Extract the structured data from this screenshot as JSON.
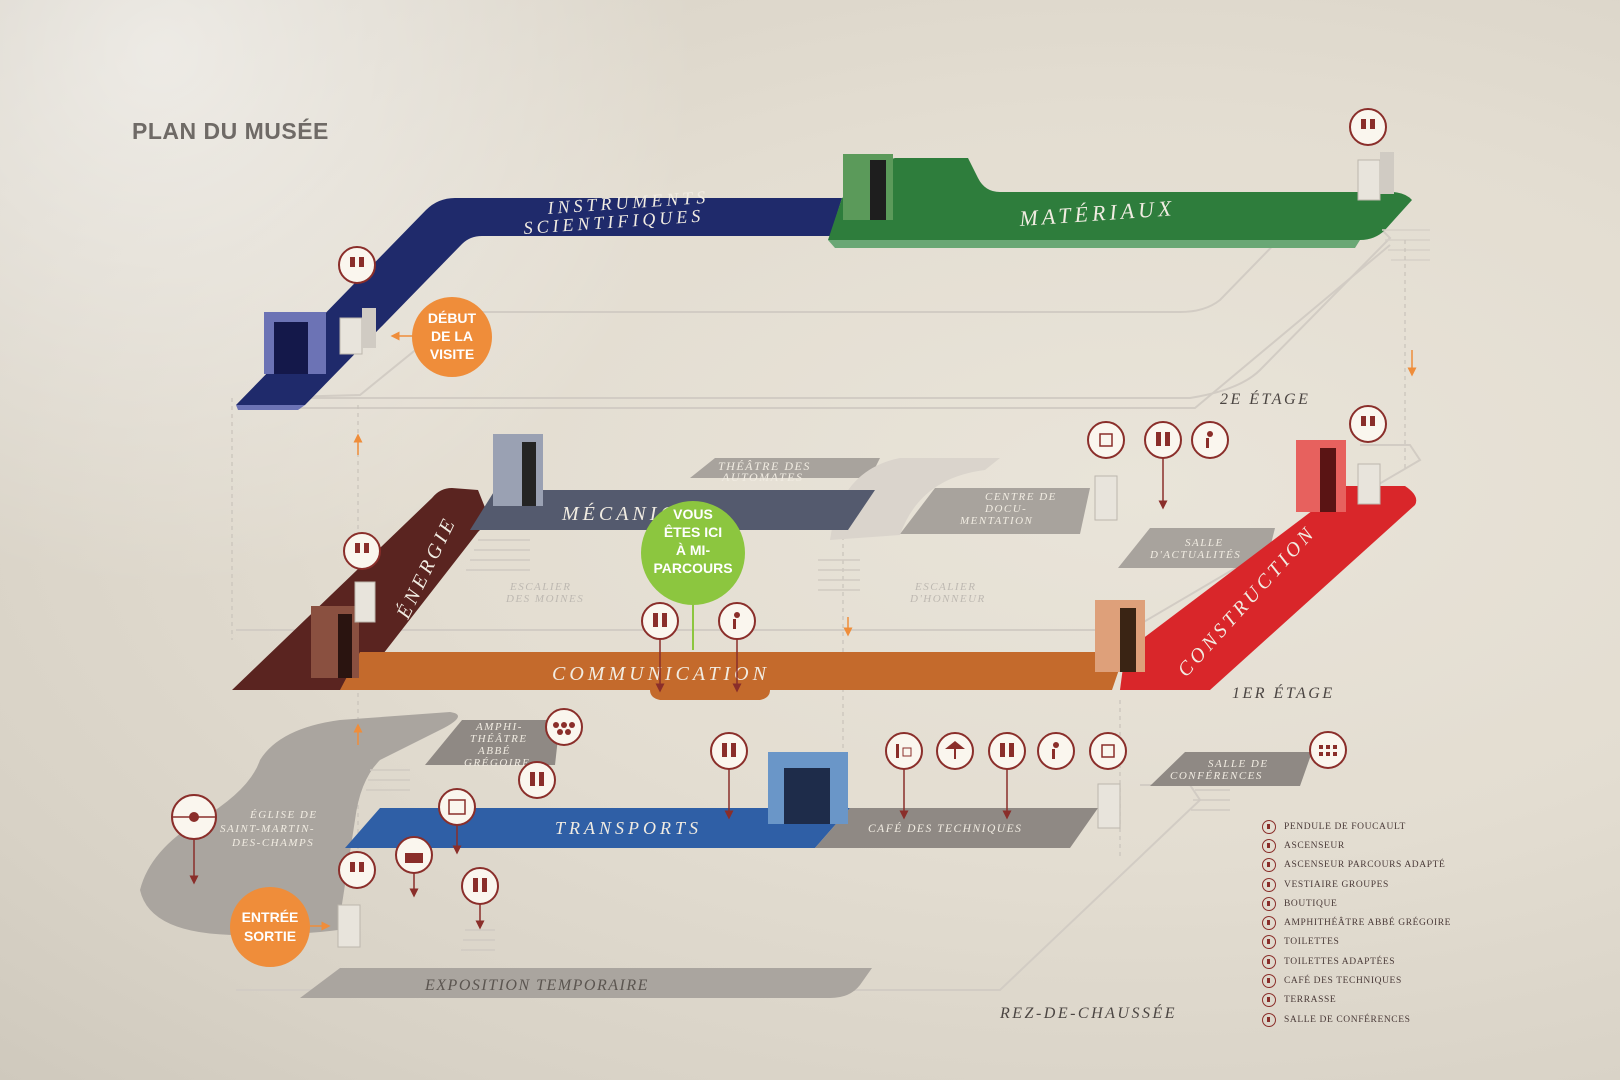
{
  "title": "PLAN DU MUSÉE",
  "floors": {
    "second": "2E ÉTAGE",
    "first": "1ER ÉTAGE",
    "ground": "REZ-DE-CHAUSSÉE"
  },
  "sections": {
    "instruments_line1": "INSTRUMENTS",
    "instruments_line2": "SCIENTIFIQUES",
    "materiaux": "MATÉRIAUX",
    "energie": "ÉNERGIE",
    "mecanique": "MÉCANIQUE",
    "communication": "COMMUNICATION",
    "construction": "CONSTRUCTION",
    "transports": "TRANSPORTS"
  },
  "places": {
    "theatre_line1": "THÉÂTRE DES",
    "theatre_line2": "AUTOMATES",
    "centre_doc_line1": "CENTRE DE",
    "centre_doc_line2": "DOCU-",
    "centre_doc_line3": "MENTATION",
    "salle_actualites_line1": "SALLE",
    "salle_actualites_line2": "D'ACTUALITÉS",
    "escalier_moines_line1": "ESCALIER",
    "escalier_moines_line2": "DES MOINES",
    "escalier_honneur_line1": "ESCALIER",
    "escalier_honneur_line2": "D'HONNEUR",
    "amphi_line1": "AMPHI-",
    "amphi_line2": "THÉÂTRE",
    "amphi_line3": "ABBÉ",
    "amphi_line4": "GRÉGOIRE",
    "eglise_line1": "ÉGLISE DE",
    "eglise_line2": "SAINT-MARTIN-",
    "eglise_line3": "DES-CHAMPS",
    "cafe": "CAFÉ DES TECHNIQUES",
    "salle_conf_line1": "SALLE DE",
    "salle_conf_line2": "CONFÉRENCES",
    "expo_temp": "EXPOSITION TEMPORAIRE"
  },
  "markers": {
    "debut": [
      "DÉBUT",
      "DE LA",
      "VISITE"
    ],
    "vous_etes_ici": [
      "VOUS",
      "ÊTES ICI",
      "À MI-",
      "PARCOURS"
    ],
    "entree": [
      "ENTRÉE",
      "SORTIE"
    ]
  },
  "colors": {
    "instruments": "#1f2a6b",
    "materiaux": "#2e7d3c",
    "energie": "#5a2420",
    "mecanique": "#545a6e",
    "communication": "#c46a2c",
    "construction": "#d9262a",
    "transports": "#2f5fa6",
    "grey_zone": "#a8a39d",
    "orange_marker": "#ef8d3a",
    "green_marker": "#8cc63f",
    "icon_red": "#8a2e2a"
  },
  "legend": [
    {
      "icon": "pendulum-icon",
      "label": "PENDULE DE FOUCAULT"
    },
    {
      "icon": "elevator-icon",
      "label": "ASCENSEUR"
    },
    {
      "icon": "elevator-adapted-icon",
      "label": "ASCENSEUR PARCOURS ADAPTÉ"
    },
    {
      "icon": "cloakroom-icon",
      "label": "VESTIAIRE GROUPES"
    },
    {
      "icon": "shop-icon",
      "label": "BOUTIQUE"
    },
    {
      "icon": "amphitheatre-icon",
      "label": "AMPHITHÉÂTRE ABBÉ GRÉGOIRE"
    },
    {
      "icon": "toilets-icon",
      "label": "TOILETTES"
    },
    {
      "icon": "toilets-adapted-icon",
      "label": "TOILETTES ADAPTÉES"
    },
    {
      "icon": "cafe-icon",
      "label": "CAFÉ DES TECHNIQUES"
    },
    {
      "icon": "terrace-icon",
      "label": "TERRASSE"
    },
    {
      "icon": "conference-icon",
      "label": "SALLE DE CONFÉRENCES"
    }
  ]
}
